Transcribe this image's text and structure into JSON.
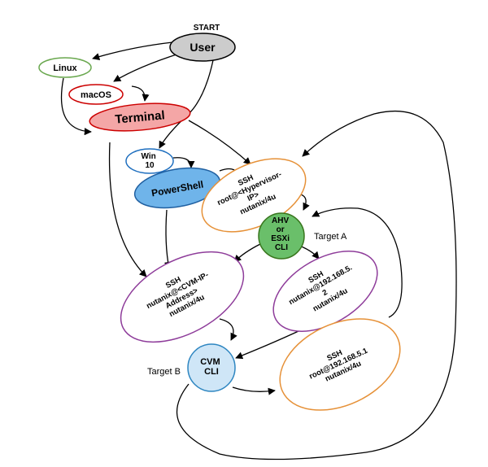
{
  "start_label": "START",
  "target_a_label": "Target A",
  "target_b_label": "Target B",
  "nodes": {
    "user": {
      "lines": [
        "User"
      ],
      "fill": "#cccccc",
      "stroke": "#000000"
    },
    "linux": {
      "lines": [
        "Linux"
      ],
      "fill": "#ffffff",
      "stroke": "#6aa84f"
    },
    "macos": {
      "lines": [
        "macOS"
      ],
      "fill": "#ffffff",
      "stroke": "#cc0000"
    },
    "terminal": {
      "lines": [
        "Terminal"
      ],
      "fill": "#f4a6a6",
      "stroke": "#cc0000"
    },
    "win10": {
      "lines": [
        "Win",
        "10"
      ],
      "fill": "#ffffff",
      "stroke": "#1f6fbf"
    },
    "powershell": {
      "lines": [
        "PowerShell"
      ],
      "fill": "#6fb4ea",
      "stroke": "#1f5fa0"
    },
    "ssh_hypervisor": {
      "lines": [
        "SSH",
        "root@<Hypervisor-",
        "IP>",
        "nutanix/4u"
      ],
      "fill": "#ffffff",
      "stroke": "#e69138"
    },
    "ahv_cli": {
      "lines": [
        "AHV",
        "or",
        "ESXi",
        "CLI"
      ],
      "fill": "#6abf6a",
      "stroke": "#38761d"
    },
    "ssh_cvm_ip": {
      "lines": [
        "SSH",
        "nutanix@<CVM-IP-",
        "Address>",
        "nutanix/4u"
      ],
      "fill": "#ffffff",
      "stroke": "#8e3c9a"
    },
    "ssh_192_2": {
      "lines": [
        "SSH",
        "nutanix@192.168.5.",
        "2",
        "nutanix/4u"
      ],
      "fill": "#ffffff",
      "stroke": "#8e3c9a"
    },
    "cvm_cli": {
      "lines": [
        "CVM",
        "CLI"
      ],
      "fill": "#cfe6f7",
      "stroke": "#2e86c1"
    },
    "ssh_192_1": {
      "lines": [
        "SSH",
        "root@192.168.5.1",
        "nutanix/4u"
      ],
      "fill": "#ffffff",
      "stroke": "#e69138"
    }
  }
}
